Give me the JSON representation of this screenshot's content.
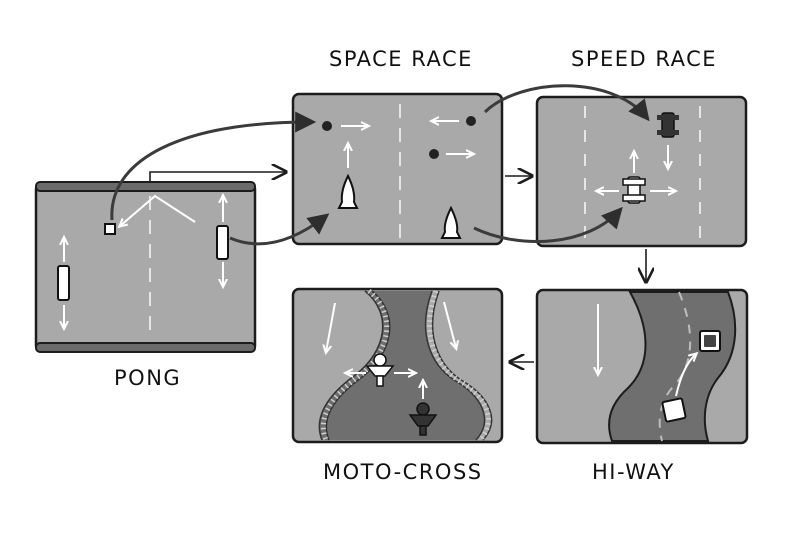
{
  "labels": {
    "space_race": "SPACE RACE",
    "speed_race": "SPEED RACE",
    "pong": "PONG",
    "moto_cross": "MOTO-CROSS",
    "hi_way": "HI-WAY"
  },
  "colors": {
    "panel": "#a9a9a9",
    "panel_border": "#1c1c1c",
    "road": "#6f6f6f",
    "arrow": "#3b3b3b",
    "motion": "#ffffff"
  },
  "icons": [
    "paddle-icon",
    "ball-icon",
    "rocket-icon",
    "meteor-icon",
    "race-car-icon",
    "motorbike-icon",
    "truck-icon"
  ]
}
